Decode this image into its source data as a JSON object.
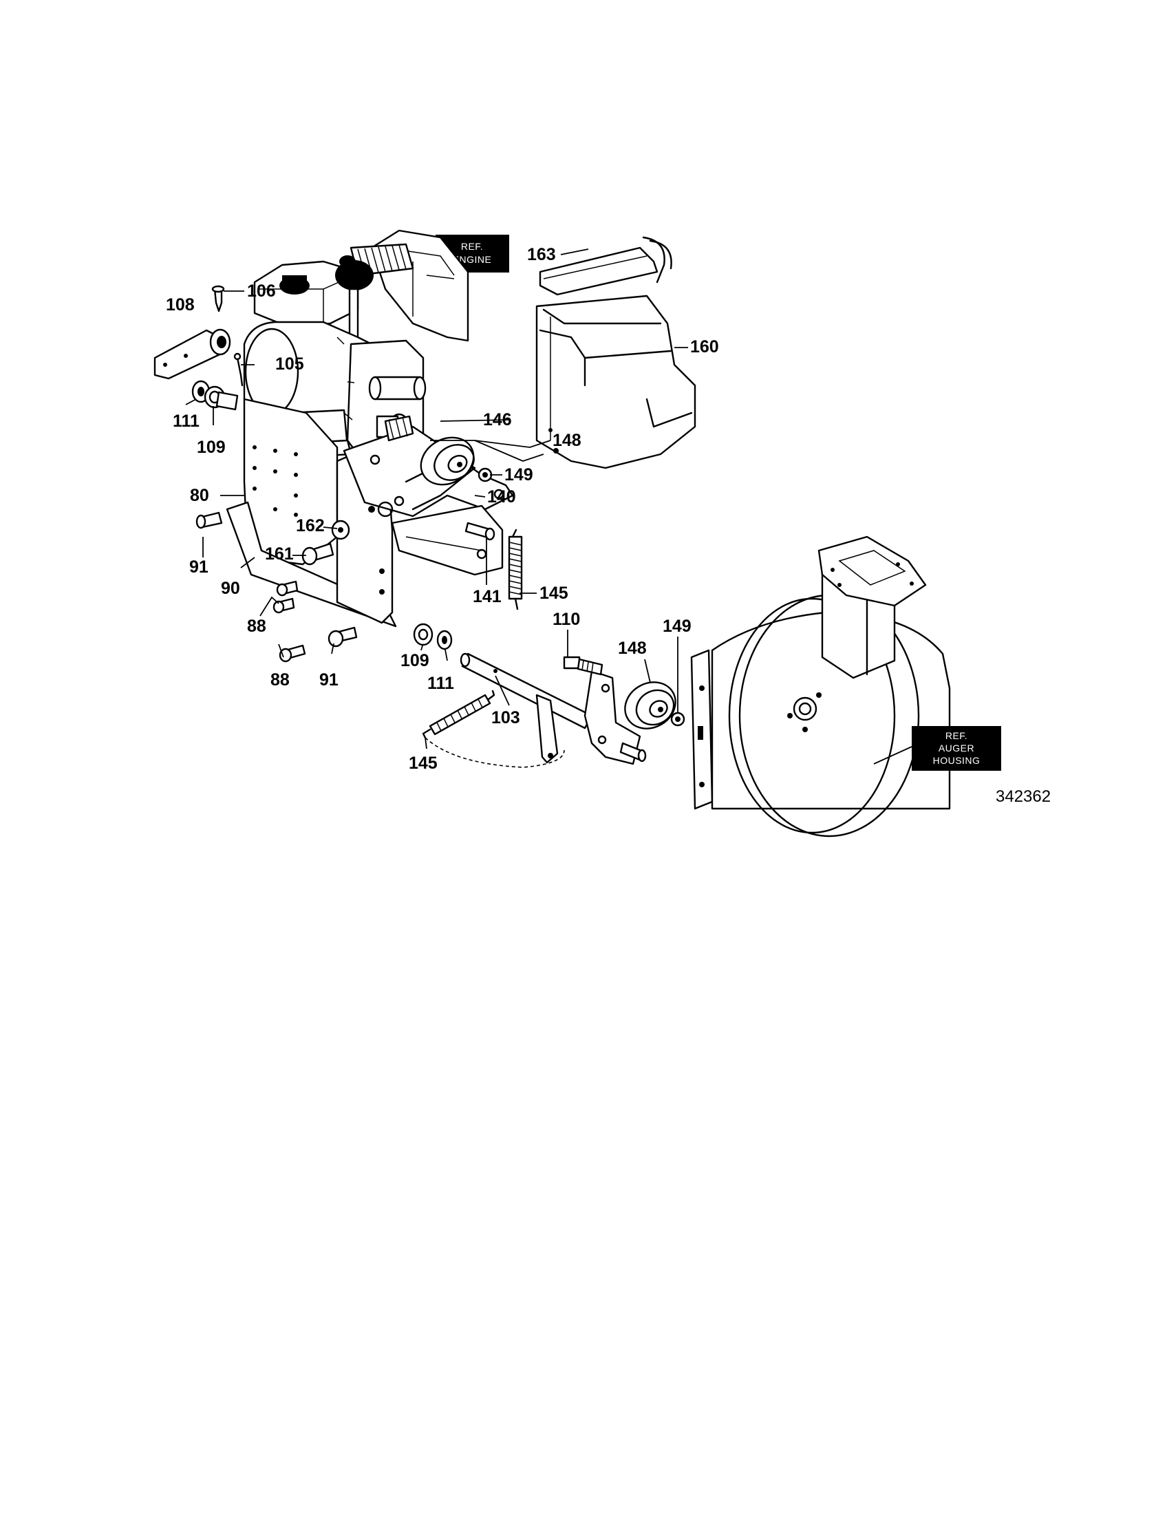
{
  "diagram_number": "342362",
  "ref_boxes": {
    "engine": {
      "line1": "REF.",
      "line2": "ENGINE"
    },
    "auger_housing": {
      "line1": "REF.",
      "line2": "AUGER",
      "line3": "HOUSING"
    }
  },
  "part_labels": {
    "p163": "163",
    "p160": "160",
    "p106": "106",
    "p108": "108",
    "p105": "105",
    "p111_top": "111",
    "p109_top": "109",
    "p146": "146",
    "p148_top": "148",
    "p149_top": "149",
    "p140": "140",
    "p80": "80",
    "p162": "162",
    "p91_top": "91",
    "p161": "161",
    "p90": "90",
    "p145_right": "145",
    "p141": "141",
    "p88_top": "88",
    "p88_bottom": "88",
    "p91_bottom": "91",
    "p110": "110",
    "p149_bottom": "149",
    "p148_bottom": "148",
    "p109_bottom": "109",
    "p111_bottom": "111",
    "p103": "103",
    "p145_bottom": "145"
  }
}
